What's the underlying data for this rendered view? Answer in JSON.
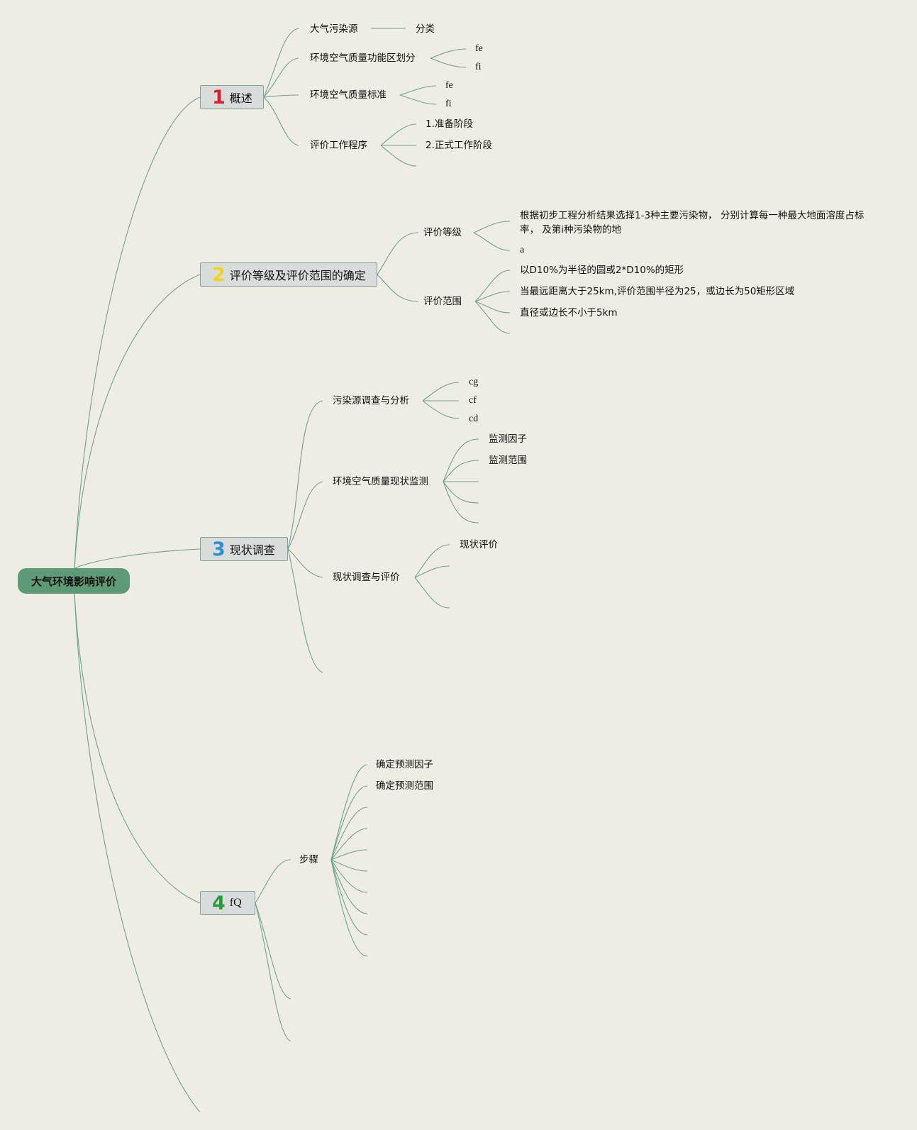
{
  "root": "大气环境影响评价",
  "topics": {
    "t1": {
      "num": "1",
      "label": "概述",
      "color": "#d6202f"
    },
    "t2": {
      "num": "2",
      "label": "评价等级及评价范围的确定",
      "color": "#f0d424"
    },
    "t3": {
      "num": "3",
      "label": "现状调查",
      "color": "#2d8fd6"
    },
    "t4": {
      "num": "4",
      "label": "fQ",
      "color": "#2a9d3a"
    }
  },
  "overview": {
    "source": "大气污染源",
    "source_child": "分类",
    "zoning": "环境空气质量功能区划分",
    "zoning_children": [
      "fe",
      "fi"
    ],
    "standard": "环境空气质量标准",
    "standard_children": [
      "fe",
      "fi"
    ],
    "procedure": "评价工作程序",
    "procedure_children": [
      "1.准备阶段",
      "2.正式工作阶段"
    ]
  },
  "grade": {
    "level": "评价等级",
    "level_children": [
      "根据初步工程分析结果选择1-3种主要污染物， 分别计算每一种最大地面溶度占标率， 及第i种污染物的地",
      "a"
    ],
    "range": "评价范围",
    "range_children": [
      "以D10%为半径的圆或2*D10%的矩形",
      "当最远距离大于25km,评价范围半径为25，或边长为50矩形区域",
      "直径或边长不小于5km"
    ]
  },
  "survey": {
    "pollution": "污染源调查与分析",
    "pollution_children": [
      "cg",
      "cf",
      "cd"
    ],
    "monitoring": "环境空气质量现状监测",
    "monitoring_children": [
      "监测因子",
      "监测范围"
    ],
    "evaluation": "现状调查与评价",
    "evaluation_children": [
      "现状评价"
    ]
  },
  "forecast": {
    "steps": "步骤",
    "steps_children": [
      "确定预测因子",
      "确定预测范围"
    ]
  },
  "colors": {
    "background": "#efece3",
    "line": "#6fa38d",
    "root": "#5f9a76",
    "topic": "#d9dcdb"
  }
}
